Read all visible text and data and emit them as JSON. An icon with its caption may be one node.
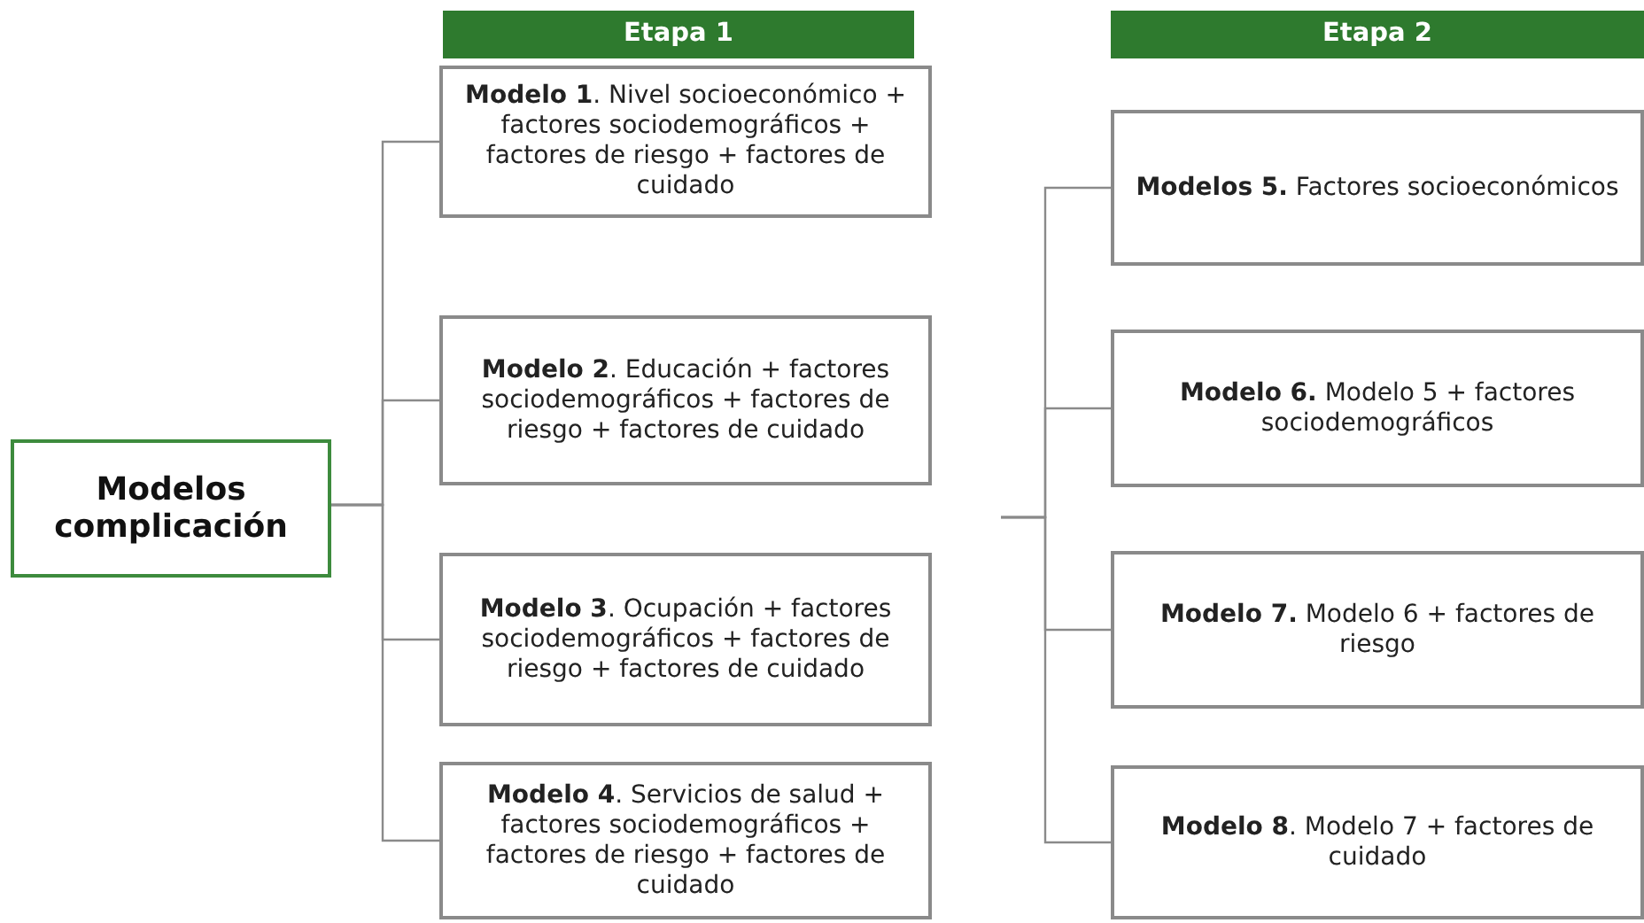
{
  "diagram": {
    "nodes": [
      {
        "text": [
          "Etapa 1"
        ]
      },
      {
        "text": [
          "Etapa 2"
        ]
      },
      {
        "text": [
          "Modelos complicación"
        ]
      },
      {
        "text": [
          "**Modelo 1**. Nivel socioeconómico + factores sociodemográficos + factores de riesgo + factores de cuidado"
        ]
      },
      {
        "text": [
          "**Modelo 2**. Educación + factores sociodemográficos + factores de riesgo + factores de cuidado"
        ]
      },
      {
        "text": [
          "**Modelo 3**. Ocupación + factores sociodemográficos + factores de riesgo + factores de cuidado"
        ]
      },
      {
        "text": [
          "**Modelo 4**. Servicios de salud + factores sociodemográficos + factores de riesgo + factores de cuidado"
        ]
      },
      {
        "text": [
          "**Modelos 5.** Factores socioeconómicos"
        ]
      },
      {
        "text": [
          "**Modelo 6.** Modelo 5 + factores sociodemográficos"
        ]
      },
      {
        "text": [
          "**Modelo 7.** Modelo 6 + factores de riesgo"
        ]
      },
      {
        "text": [
          "**Modelo 8**. Modelo 7 + factores de cuidado"
        ]
      }
    ],
    "edges": [
      {
        "from": 2,
        "to": 3,
        "arrow": "none"
      },
      {
        "from": 2,
        "to": 4,
        "arrow": "none"
      },
      {
        "from": 2,
        "to": 5,
        "arrow": "none"
      },
      {
        "from": 2,
        "to": 6,
        "arrow": "none"
      },
      {
        "from": null,
        "to": 7,
        "arrow": "none"
      },
      {
        "from": null,
        "to": 8,
        "arrow": "none"
      },
      {
        "from": null,
        "to": 9,
        "arrow": "none"
      },
      {
        "from": null,
        "to": 10,
        "arrow": "none"
      }
    ]
  }
}
